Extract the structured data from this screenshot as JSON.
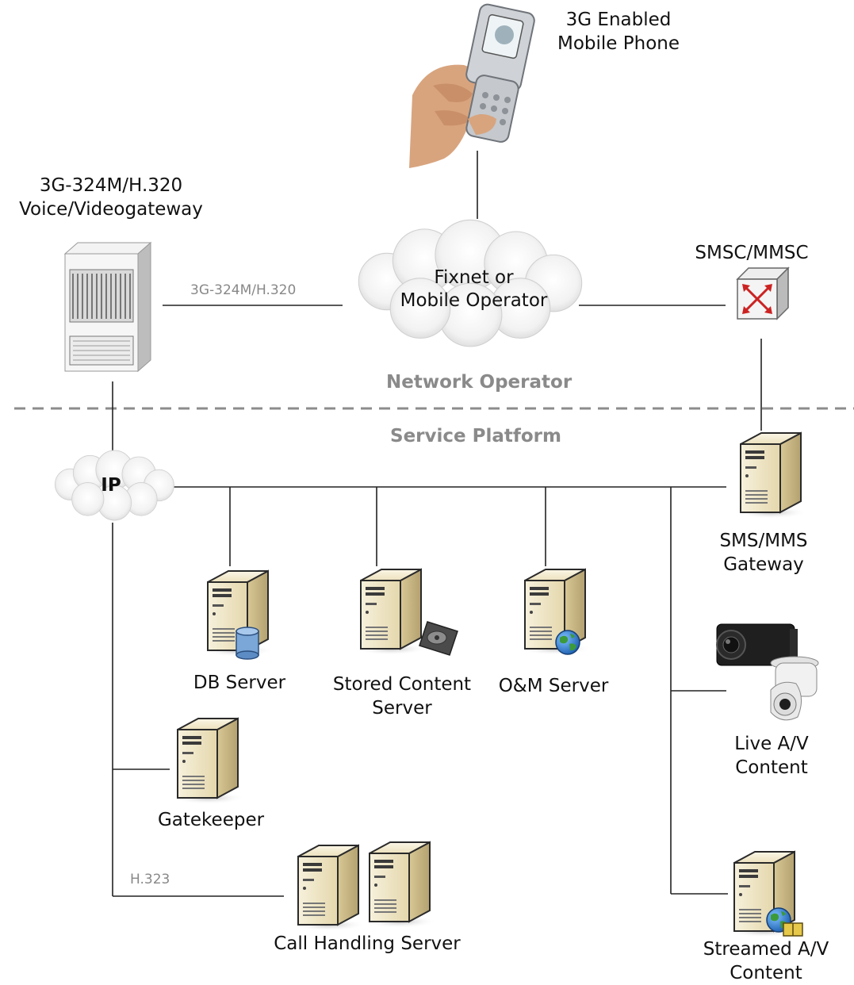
{
  "nodes": {
    "phone": {
      "line1": "3G Enabled",
      "line2": "Mobile Phone"
    },
    "gateway": {
      "line1": "3G-324M/H.320",
      "line2": "Voice/Videogateway"
    },
    "operator_cloud": {
      "line1": "Fixnet or",
      "line2": "Mobile Operator"
    },
    "smsc": {
      "label": "SMSC/MMSC"
    },
    "ip_cloud": {
      "label": "IP"
    },
    "sms_gateway": {
      "line1": "SMS/MMS",
      "line2": "Gateway"
    },
    "db_server": {
      "label": "DB Server"
    },
    "stored_content": {
      "line1": "Stored Content",
      "line2": "Server"
    },
    "om_server": {
      "label": "O&M Server"
    },
    "live_av": {
      "line1": "Live A/V",
      "line2": "Content"
    },
    "gatekeeper": {
      "label": "Gatekeeper"
    },
    "call_handling": {
      "label": "Call Handling Server"
    },
    "streamed_av": {
      "line1": "Streamed A/V",
      "line2": "Content"
    }
  },
  "zones": {
    "upper": "Network Operator",
    "lower": "Service Platform"
  },
  "links": {
    "gateway_operator": "3G-324M/H.320",
    "ip_callhandling": "H.323"
  },
  "colors": {
    "line": "#222222",
    "divider": "#8c8c8c",
    "server_face": "#efe6c4",
    "server_side": "#c9b98a",
    "globe": "#2e7fd6",
    "db": "#7aa6d8",
    "router_arrow": "#cc2222"
  }
}
